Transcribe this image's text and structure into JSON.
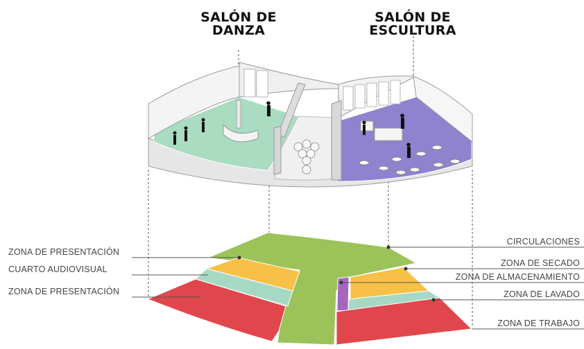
{
  "titles": {
    "danza": {
      "line1": "SALÓN DE",
      "line2": "DANZA"
    },
    "escultura": {
      "line1": "SALÓN DE",
      "line2": "ESCULTURA"
    }
  },
  "labels_left": {
    "presentacion_top": "ZONA DE PRESENTACIÓN",
    "audiovisual": "CUARTO AUDIOVISUAL",
    "presentacion_bottom": "ZONA DE PRESENTACIÓN"
  },
  "labels_right": {
    "circulaciones": "CIRCULACIONES",
    "secado": "ZONA DE SECADO",
    "almacenamiento": "ZONA DE ALMACENAMIENTO",
    "lavado": "ZONA DE LAVADO",
    "trabajo": "ZONA DE TRABAJO"
  },
  "colors": {
    "circulation": "#9cc25a",
    "presentation": "#e0474c",
    "secondary": "#f7c046",
    "audiovisual": "#a6d9c4",
    "storage": "#a566bd",
    "dance_floor": "#a9dcc1",
    "sculpture_floor": "#8f82cf"
  }
}
